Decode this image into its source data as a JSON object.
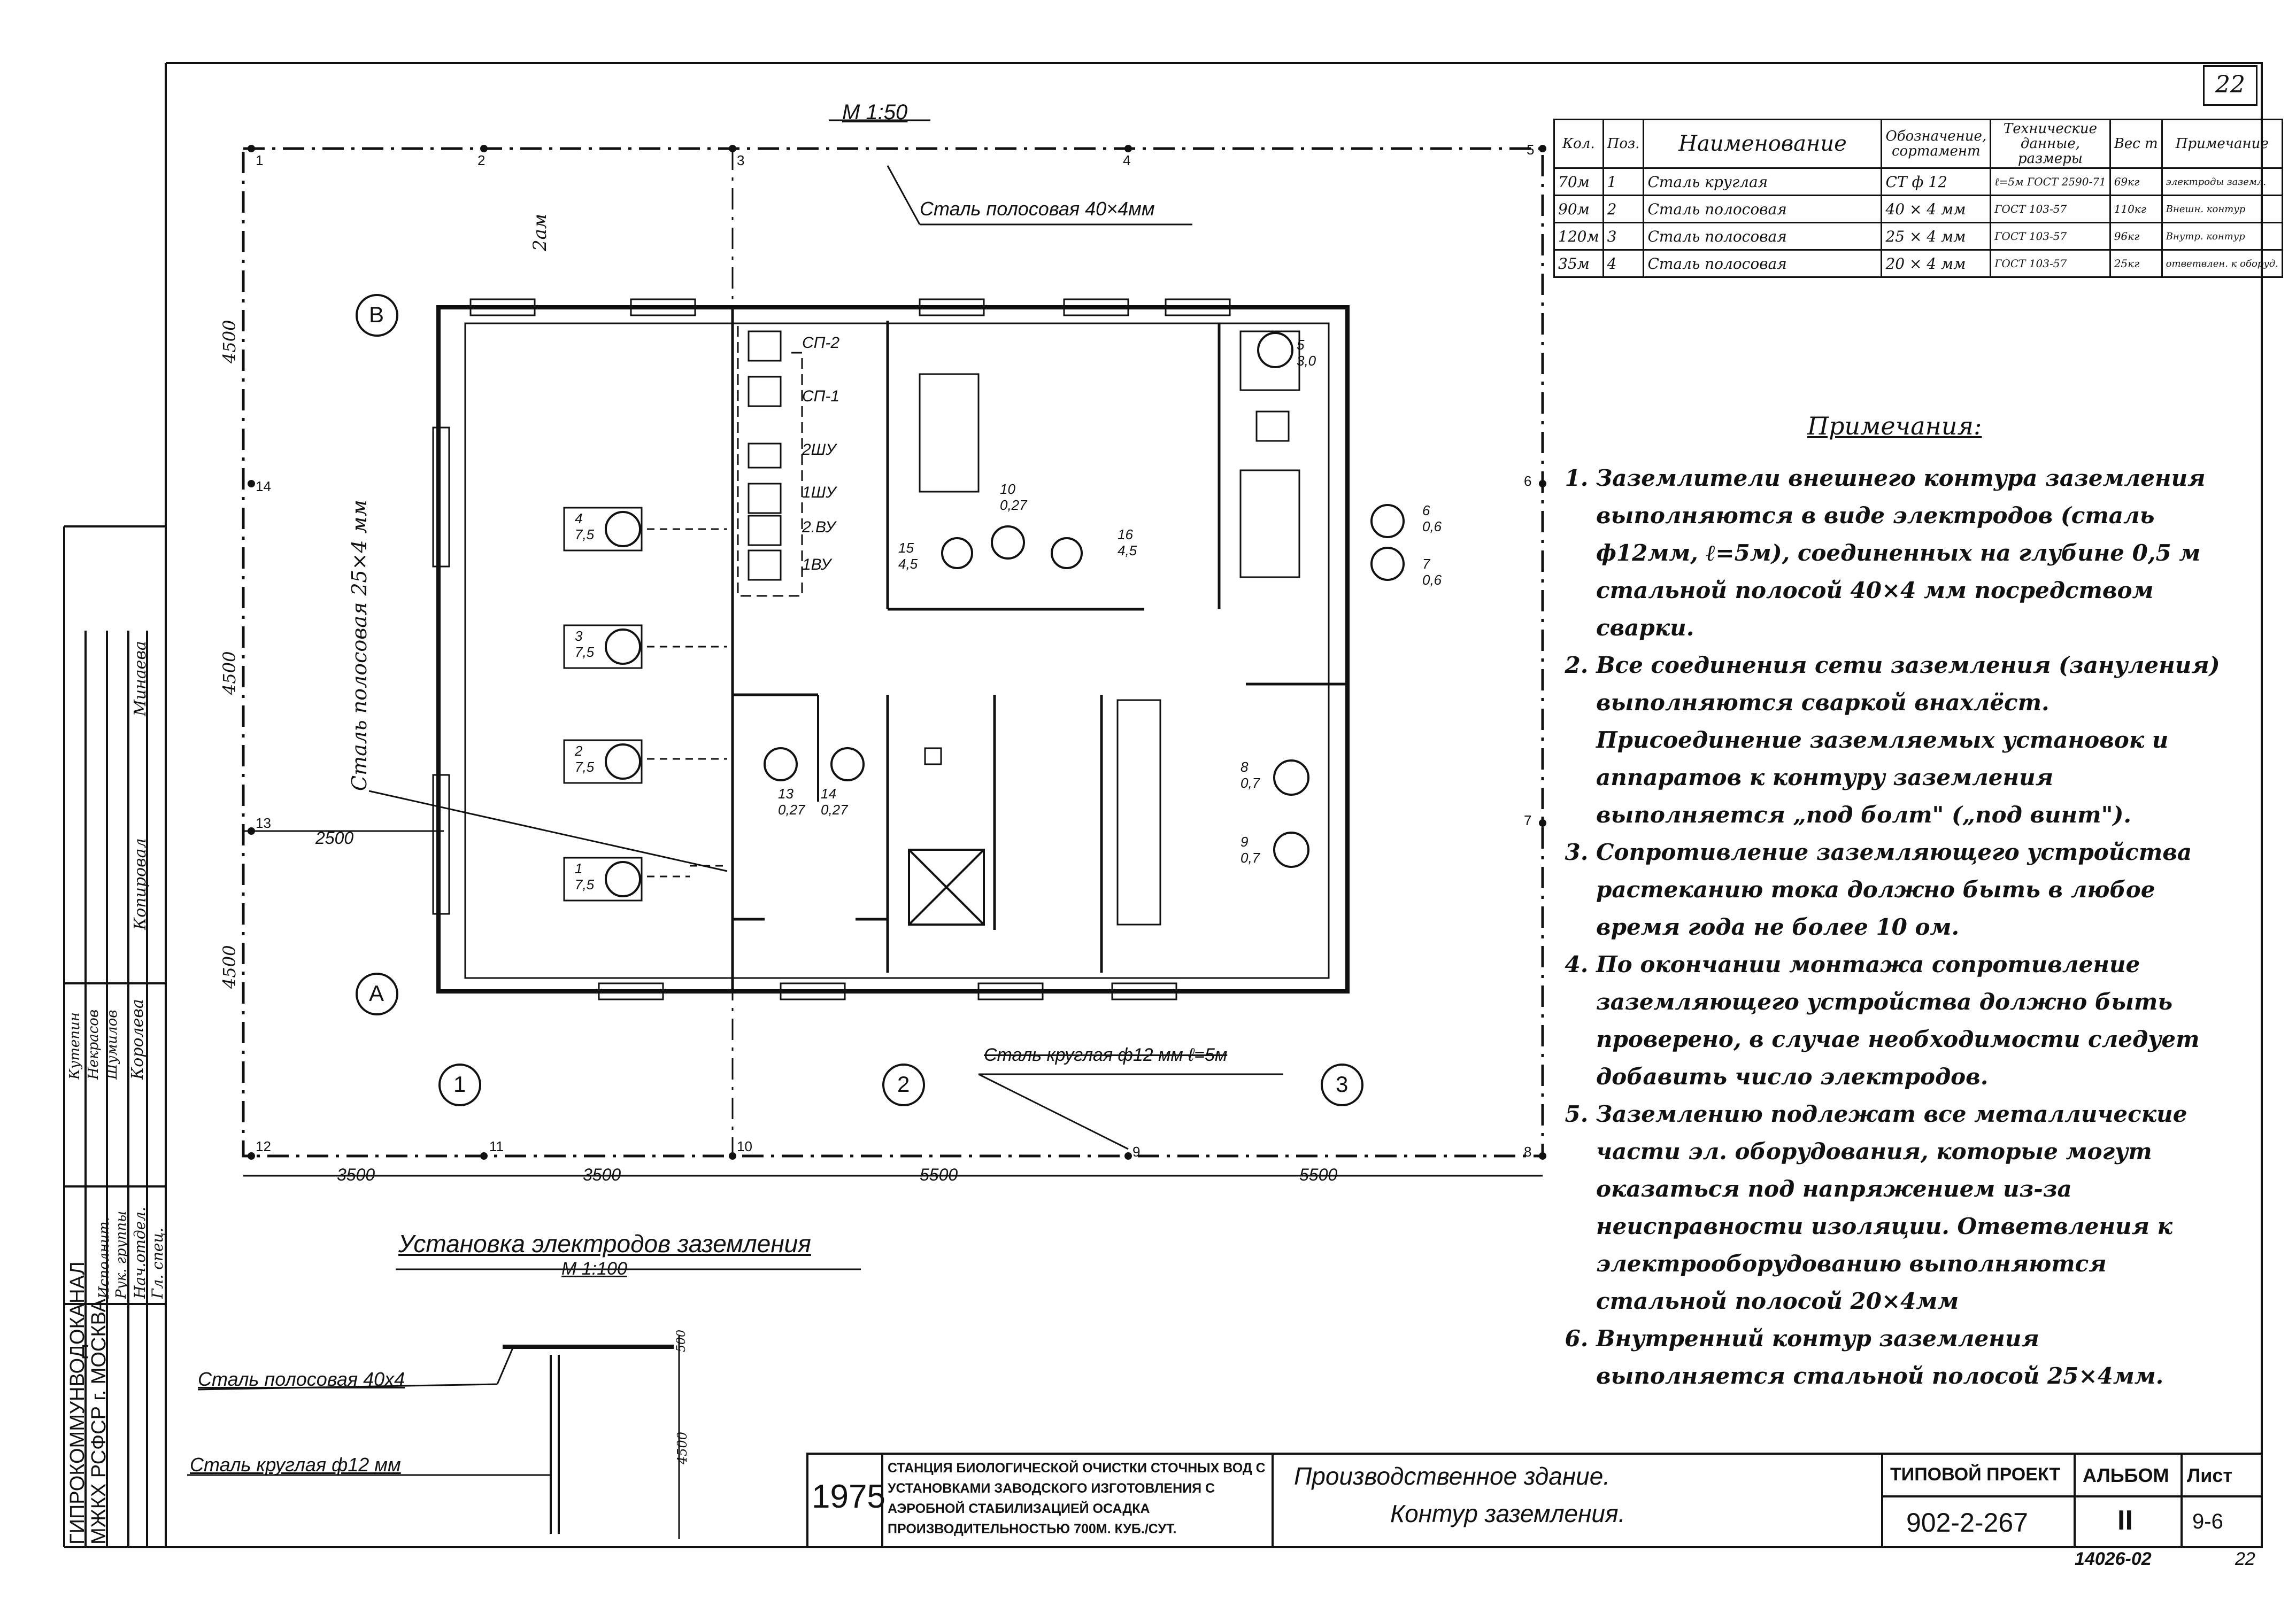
{
  "sheet_number": "22",
  "scale_plan": "М 1:50",
  "scale_detail": "М 1:100",
  "detail_title": "Установка электродов заземления",
  "labels": {
    "outer_strip": "Сталь полосовая 40×4мм",
    "inner_strip": "Сталь полосовая 25×4 мм",
    "rod": "Сталь круглая ф12 мм ℓ=5м",
    "dim_2am": "2ам",
    "detail_strip": "Сталь полосовая 40х4",
    "detail_rod": "Сталь круглая ф12 мм",
    "detail_depth": "500",
    "detail_len": "4500"
  },
  "axes": {
    "letters": [
      "В",
      "А"
    ],
    "numbers": [
      "1",
      "2",
      "3"
    ]
  },
  "electrode_points": [
    "1",
    "2",
    "3",
    "4",
    "5",
    "6",
    "7",
    "8",
    "9",
    "10",
    "11",
    "12",
    "13",
    "14"
  ],
  "dimensions": {
    "bottom": [
      "3500",
      "3500",
      "5500",
      "5500"
    ],
    "left": [
      "4500",
      "4500",
      "4500"
    ],
    "offset": "2500"
  },
  "panels": [
    "СП-2",
    "СП-1",
    "2ШУ",
    "1ШУ",
    "2.ВУ",
    "1ВУ"
  ],
  "equipment": [
    {
      "n": "4",
      "p": "7,5"
    },
    {
      "n": "3",
      "p": "7,5"
    },
    {
      "n": "2",
      "p": "7,5"
    },
    {
      "n": "1",
      "p": "7,5"
    },
    {
      "n": "5",
      "p": "3,0"
    },
    {
      "n": "6",
      "p": "0,6"
    },
    {
      "n": "7",
      "p": "0,6"
    },
    {
      "n": "8",
      "p": "0,7"
    },
    {
      "n": "9",
      "p": "0,7"
    },
    {
      "n": "10",
      "p": "0,27"
    },
    {
      "n": "15",
      "p": "4,5"
    },
    {
      "n": "16",
      "p": "4,5"
    },
    {
      "n": "13",
      "p": "0,27"
    },
    {
      "n": "14",
      "p": "0,27"
    }
  ],
  "spec_table": {
    "headers": [
      "Кол.",
      "Поз.",
      "Наименование",
      "Обозначение, сортамент",
      "Технические данные, размеры",
      "Вес т",
      "Примечание"
    ],
    "rows": [
      [
        "70м",
        "1",
        "Сталь круглая",
        "СТ ф 12",
        "ℓ=5м ГОСТ 2590-71",
        "69кг",
        "электроды заземл."
      ],
      [
        "90м",
        "2",
        "Сталь полосовая",
        "40 × 4 мм",
        "ГОСТ 103-57",
        "110кг",
        "Внешн. контур"
      ],
      [
        "120м",
        "3",
        "Сталь полосовая",
        "25 × 4 мм",
        "ГОСТ 103-57",
        "96кг",
        "Внутр. контур"
      ],
      [
        "35м",
        "4",
        "Сталь полосовая",
        "20 × 4 мм",
        "ГОСТ 103-57",
        "25кг",
        "ответвлен. к оборуд."
      ]
    ]
  },
  "notes_title": "Примечания:",
  "notes": [
    "Заземлители внешнего контура заземления выполняются в виде электродов (сталь ф12мм, ℓ=5м), соединенных на глубине 0,5 м стальной полосой 40×4 мм посредством сварки.",
    "Все соединения сети заземления (зануления) выполняются сваркой внахлёст. Присоединение заземляемых установок и аппаратов к контуру заземления выполняется „под болт\" („под винт\").",
    "Сопротивление заземляющего устройства растеканию тока должно быть в любое время года не более 10 ом.",
    "По окончании монтажа сопротивление заземляющего устройства должно быть проверено, в случае необходимости следует добавить число электродов.",
    "Заземлению подлежат все металлические части эл. оборудования, которые могут оказаться под напряжением из-за неисправности изоляции. Ответвления к электрооборудованию выполняются стальной полосой 20×4мм",
    "Внутренний контур заземления выполняется стальной полосой 25×4мм."
  ],
  "title_block": {
    "year": "1975",
    "project_name": "СТАНЦИЯ БИОЛОГИЧЕСКОЙ ОЧИСТКИ СТОЧНЫХ ВОД С УСТАНОВКАМИ ЗАВОДСКОГО ИЗГОТОВЛЕНИЯ С АЭРОБНОЙ СТАБИЛИЗАЦИЕЙ ОСАДКА ПРОИЗВОДИТЕЛЬНОСТЬЮ 700М. КУБ./СУТ.",
    "sheet_title_1": "Производственное здание.",
    "sheet_title_2": "Контур заземления.",
    "typical_project_label": "ТИПОВОЙ ПРОЕКТ",
    "typical_project": "902-2-267",
    "album_label": "АЛЬБОМ",
    "album": "II",
    "sheet_label": "Лист",
    "sheet": "9-6",
    "inv": "14026-02",
    "page": "22"
  },
  "org_block": {
    "org": "ГИПРОКОММУНВОДОКАНАЛ МЖКХ РСФСР г. МОСКВА",
    "roles": [
      "Нач.отдел.",
      "Гл. спец.",
      "Рук. группы",
      "Исполнит."
    ],
    "names": [
      "Кутепин",
      "Некрасов",
      "Шумилов",
      "Королева"
    ],
    "copied_label": "Копировал",
    "copied_name": "Минаева"
  }
}
